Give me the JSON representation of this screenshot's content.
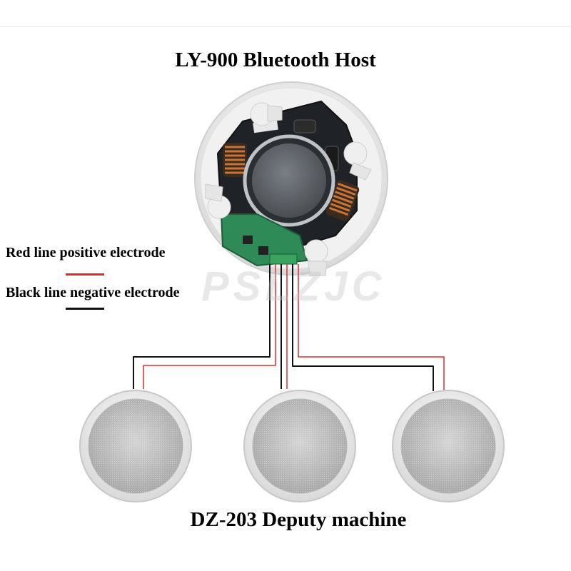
{
  "title": "LY-900 Bluetooth Host",
  "deputy_label": "DZ-203 Deputy machine",
  "legend": {
    "red": {
      "label": "Red line positive electrode",
      "color": "#e02a2a"
    },
    "black": {
      "label": "Black line negative electrode",
      "color": "#111111"
    }
  },
  "watermark": "PSLZJC",
  "components": {
    "host": "bluetooth-host-speaker",
    "deputies": [
      "deputy-speaker-left",
      "deputy-speaker-middle",
      "deputy-speaker-right"
    ]
  }
}
